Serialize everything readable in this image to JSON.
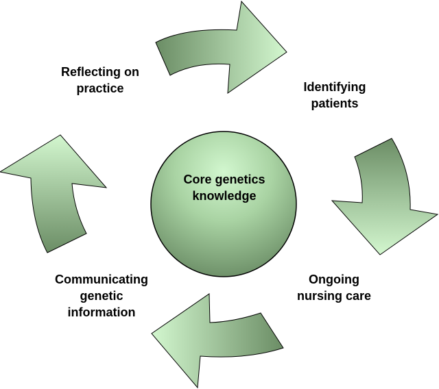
{
  "center": {
    "lines": [
      "Core genetics",
      "knowledge"
    ]
  },
  "stages": {
    "reflecting": {
      "lines": [
        "Reflecting on",
        "practice"
      ]
    },
    "identifying": {
      "lines": [
        "Identifying",
        "patients"
      ]
    },
    "ongoing": {
      "lines": [
        "Ongoing",
        "nursing care"
      ]
    },
    "communicating": {
      "lines": [
        "Communicating",
        "genetic",
        "information"
      ]
    }
  },
  "colors": {
    "light_green": "#ccf5c8",
    "dark_green": "#6b8d65",
    "outline": "#000000"
  }
}
